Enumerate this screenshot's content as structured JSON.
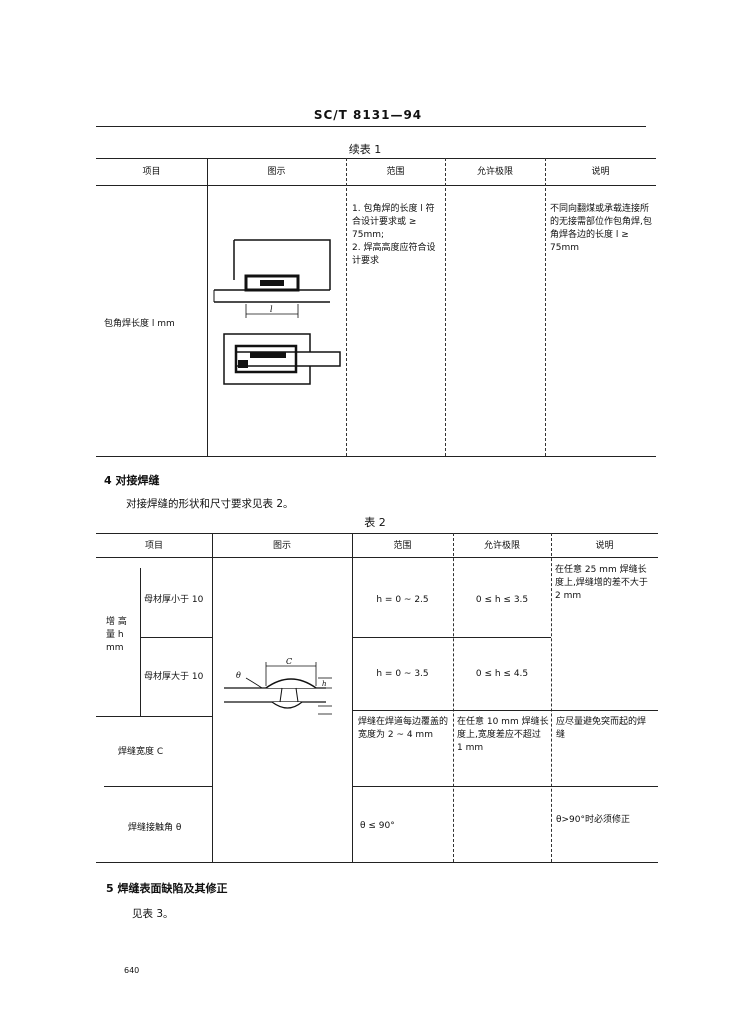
{
  "header": "SC/T 8131—94",
  "table1": {
    "caption": "续表 1",
    "columns": [
      "项目",
      "图示",
      "范围",
      "允许极限",
      "说明"
    ],
    "row": {
      "item": "包角焊长度 l mm",
      "figure_label": "l",
      "range": "1. 包角焊的长度 l 符合设计要求或 ≥ 75mm;\n2. 焊高高度应符合设计要求",
      "limit": "",
      "note": "不同向翻煤或承载连接所的无接需部位作包角焊,包角焊各边的长度 l ≥ 75mm"
    }
  },
  "section4": {
    "heading": "4  对接焊缝",
    "text": "对接焊缝的形状和尺寸要求见表 2。"
  },
  "table2": {
    "caption": "表 2",
    "columns": [
      "项目",
      "图示",
      "范围",
      "允许极限",
      "说明"
    ],
    "group_label": "增 高 量 h mm",
    "rows": [
      {
        "item": "母材厚小于 10",
        "range": "h = 0 ~ 2.5",
        "limit": "0 ≤ h ≤ 3.5",
        "note": "在任意 25 mm 焊缝长度上,焊缝增的差不大于 2 mm"
      },
      {
        "item": "母材厚大于 10",
        "range": "h = 0 ~ 3.5",
        "limit": "0 ≤ h ≤ 4.5",
        "note": ""
      },
      {
        "item": "焊缝宽度 C",
        "range": "焊缝在焊道每边覆盖的宽度为 2 ~ 4 mm",
        "limit": "在任意 10 mm 焊缝长度上,宽度差应不超过 1 mm",
        "note": "应尽量避免突而起的焊缝"
      },
      {
        "item": "焊缝接触角 θ",
        "range": "θ ≤ 90°",
        "limit": "",
        "note": "θ>90°时必须修正"
      }
    ],
    "figure_labels": {
      "c": "C",
      "theta": "θ",
      "h": "h"
    }
  },
  "section5": {
    "heading": "5  焊缝表面缺陷及其修正",
    "text": "见表 3。"
  },
  "page_number": "640"
}
